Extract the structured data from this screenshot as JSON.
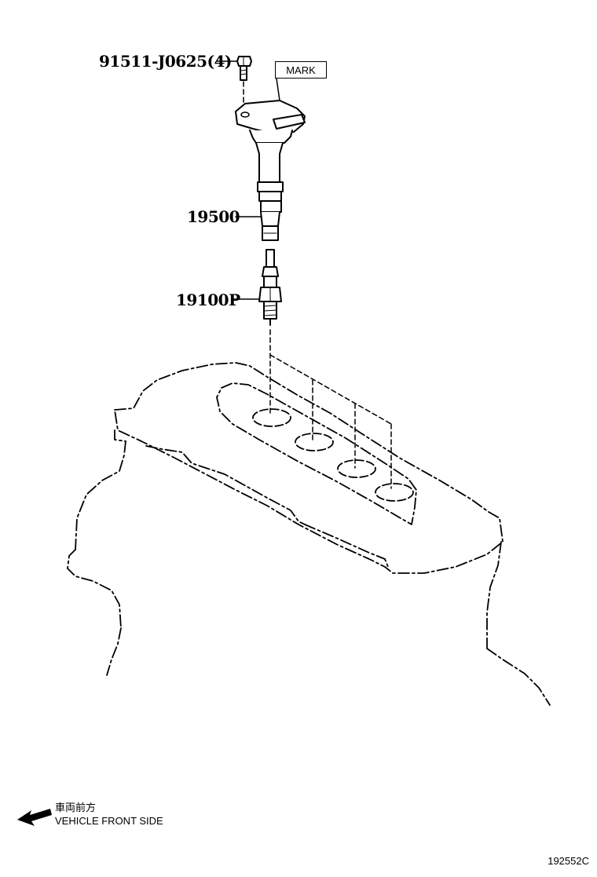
{
  "parts": {
    "bolt": "91511-J0625(4)",
    "coil": "19500",
    "plug": "19100P"
  },
  "mark_label": "MARK",
  "legend": {
    "jp": "車両前方",
    "en": "VEHICLE FRONT SIDE"
  },
  "illustration_code": "192552C"
}
